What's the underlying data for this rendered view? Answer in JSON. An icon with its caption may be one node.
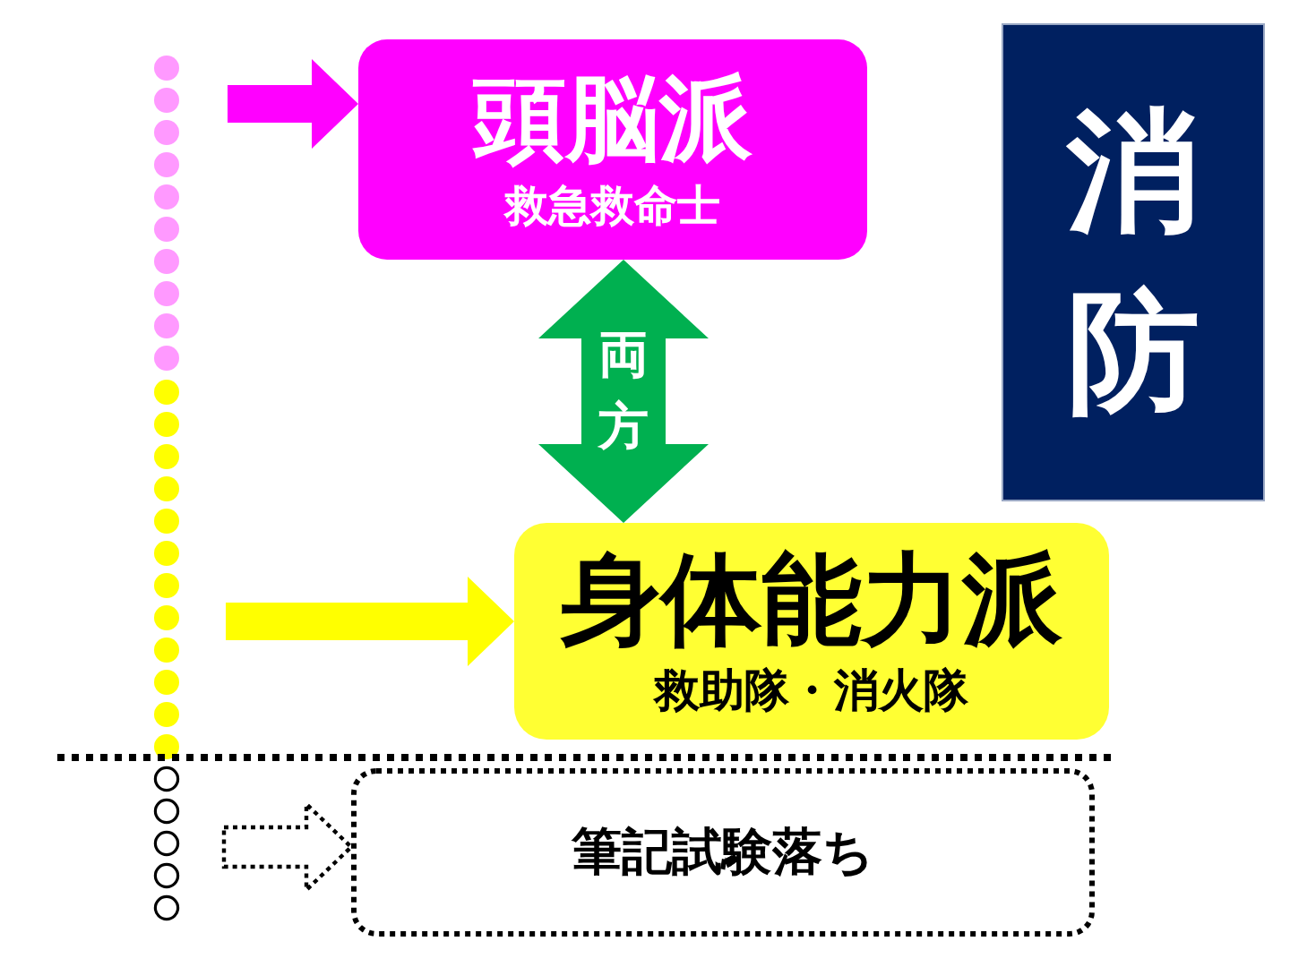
{
  "diagram": {
    "nodes": [
      {
        "text": [
          "頭脳派",
          "救急救命士"
        ]
      },
      {
        "text": [
          "消防"
        ]
      },
      {
        "text": [
          "身体能力派",
          "救助隊・消火隊"
        ]
      },
      {
        "text": [
          "筆記試験落ち"
        ]
      }
    ],
    "edges": [
      {
        "from": null,
        "to": 0,
        "arrow": "to",
        "color": "#ff00ff"
      },
      {
        "from": 0,
        "to": 2,
        "arrow": "both",
        "label": "両方",
        "color": "#00b050"
      },
      {
        "from": null,
        "to": 2,
        "arrow": "to",
        "color": "#ffff00"
      },
      {
        "from": null,
        "to": 3,
        "arrow": "to",
        "style": "dashed"
      }
    ]
  }
}
